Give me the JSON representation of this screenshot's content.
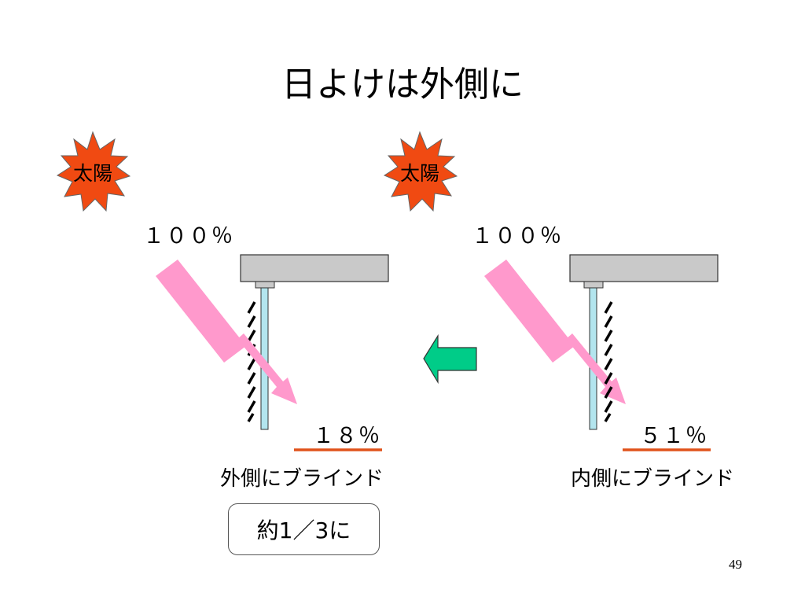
{
  "slide": {
    "title": "日よけは外側に",
    "page_number": "49"
  },
  "left_panel": {
    "sun_label": "太陽",
    "incident_percent": "１００％",
    "transmitted_percent": "１８％",
    "caption": "外側にブラインド"
  },
  "right_panel": {
    "sun_label": "太陽",
    "incident_percent": "１００％",
    "transmitted_percent": "５１％",
    "caption": "内側にブラインド"
  },
  "comparison": {
    "ratio_label": "約1／3に"
  },
  "colors": {
    "sun_fill": "#f04a12",
    "ray": "#ff99cc",
    "glass": "#b3e5ee",
    "frame": "#c9c9c9",
    "underline": "#e0531c",
    "arrow": "#00cc88"
  }
}
